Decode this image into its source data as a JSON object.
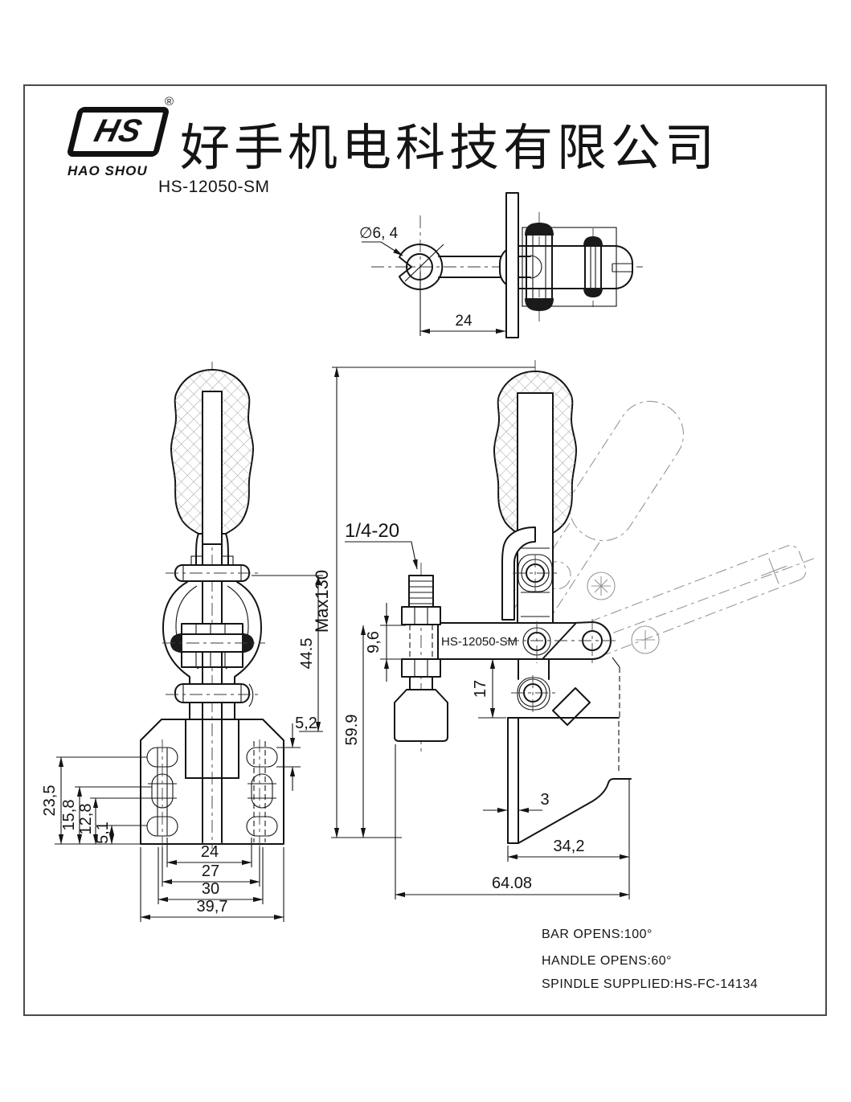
{
  "header": {
    "logo_text": "HS",
    "registered_mark": "®",
    "logo_sub": "HAO SHOU",
    "company_name": "好手机电科技有限公司",
    "part_number": "HS-12050-SM"
  },
  "top_view": {
    "dim_hole_diameter": "∅6, 4",
    "dim_offset": "24"
  },
  "front_view": {
    "dim_link_height": "44.5",
    "dim_slot_width": "5,2",
    "dim_v1": "23,5",
    "dim_v2": "15,8",
    "dim_v3": "12,8",
    "dim_v4": "5,1",
    "dim_h1": "24",
    "dim_h2": "27",
    "dim_h3": "30",
    "dim_h4": "39,7"
  },
  "side_view": {
    "dim_max_height": "Max130",
    "thread_callout": "1/4-20",
    "dim_bar_thickness": "9,6",
    "model_label": "HS-12050-SM",
    "dim_drop": "17",
    "dim_base_height": "59.9",
    "dim_plate_thickness": "3",
    "dim_base_depth": "34,2",
    "dim_total_depth": "64.08"
  },
  "notes": {
    "bar_opens": "BAR OPENS:100°",
    "handle_opens": "HANDLE OPENS:60°",
    "spindle_supplied": "SPINDLE SUPPLIED:HS-FC-14134"
  },
  "colors": {
    "line": "#141414",
    "phantom": "#979797",
    "background": "#ffffff"
  }
}
